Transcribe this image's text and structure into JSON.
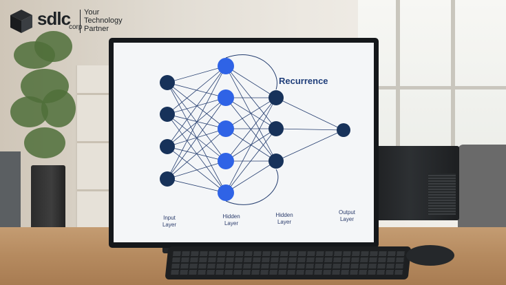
{
  "logo": {
    "wordmark": "sdlc",
    "sub": "corp",
    "tagline_line1": "Your",
    "tagline_line2": "Technology",
    "tagline_line3": "Partner"
  },
  "diagram": {
    "annotation": "Recurrence",
    "labels": {
      "input": [
        "Input",
        "Layer"
      ],
      "hidden1": [
        "Hidden",
        "Layer"
      ],
      "hidden2": [
        "Hidden",
        "Layer"
      ],
      "output": [
        "Output",
        "Layer"
      ]
    },
    "colors": {
      "dark_node": "#17325a",
      "bright_node": "#2f63e6",
      "edge": "#233c6e"
    }
  }
}
